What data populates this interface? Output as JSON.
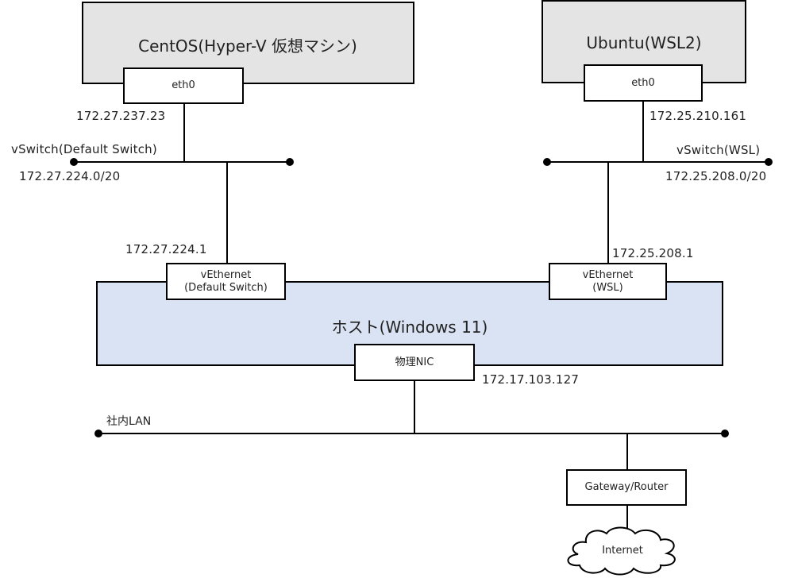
{
  "centos": {
    "title": "CentOS(Hyper-V 仮想マシン)",
    "nic": "eth0",
    "ip": "172.27.237.23"
  },
  "ubuntu": {
    "title": "Ubuntu(WSL2)",
    "nic": "eth0",
    "ip": "172.25.210.161"
  },
  "vswitch_default": {
    "name": "vSwitch(Default Switch)",
    "subnet": "172.27.224.0/20"
  },
  "vswitch_wsl": {
    "name": "vSwitch(WSL)",
    "subnet": "172.25.208.0/20"
  },
  "host": {
    "title": "ホスト(Windows 11)",
    "vethernet_default": {
      "line1": "vEthernet",
      "line2": "(Default Switch)",
      "ip": "172.27.224.1"
    },
    "vethernet_wsl": {
      "line1": "vEthernet",
      "line2": "(WSL)",
      "ip": "172.25.208.1"
    },
    "physical_nic": {
      "label": "物理NIC",
      "ip": "172.17.103.127"
    }
  },
  "lan": {
    "name": "社内LAN"
  },
  "gateway": {
    "label": "Gateway/Router"
  },
  "internet": {
    "label": "Internet"
  }
}
